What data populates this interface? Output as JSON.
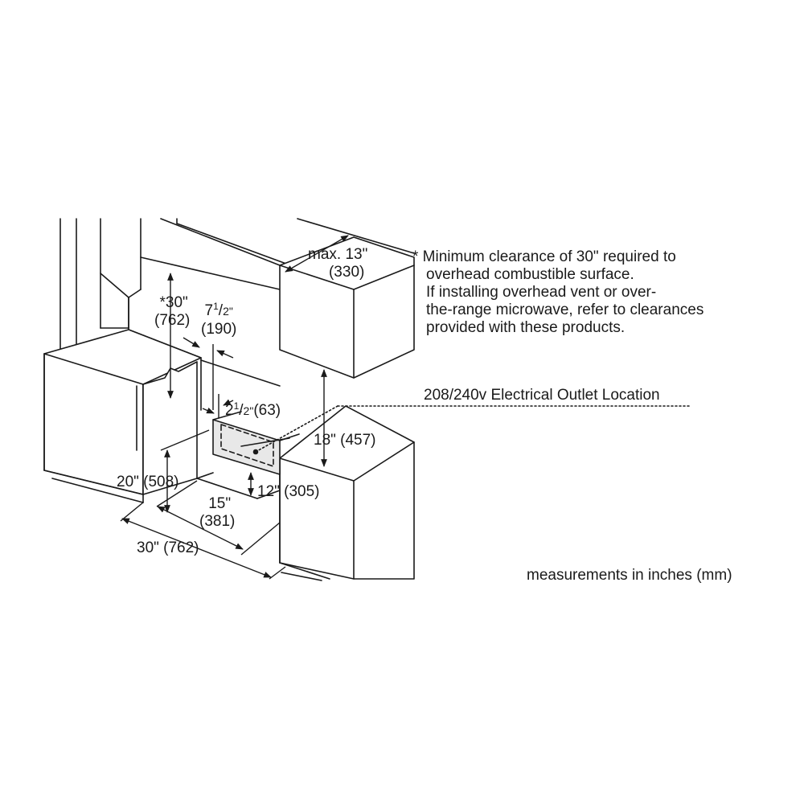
{
  "note": {
    "line1": "* Minimum clearance of 30\" required to",
    "line2": "overhead combustible surface.",
    "line3": "If installing overhead vent or over-",
    "line4": "the-range microwave, refer to clearances",
    "line5": "provided with these products."
  },
  "callouts": {
    "outlet": "208/240v Electrical Outlet Location",
    "units": "measurements in inches (mm)"
  },
  "dimensions": {
    "max13_in": "max. 13\"",
    "max13_mm": "(330)",
    "star30_in": "*30\"",
    "star30_mm": "(762)",
    "seven_half_whole": "7",
    "seven_half_num": "1",
    "seven_half_den": "2\"",
    "seven_half_mm": "(190)",
    "two_half_whole": "2",
    "two_half_num": "1",
    "two_half_den": "2\"",
    "two_half_mm": "(63)",
    "eighteen": "18\" (457)",
    "twenty": "20\" (508)",
    "twelve": "12\" (305)",
    "fifteen_in": "15\"",
    "fifteen_mm": "(381)",
    "thirty": "30\" (762)"
  },
  "colors": {
    "line": "#1a1a1a",
    "outlet_fill": "#e8e8e8"
  }
}
